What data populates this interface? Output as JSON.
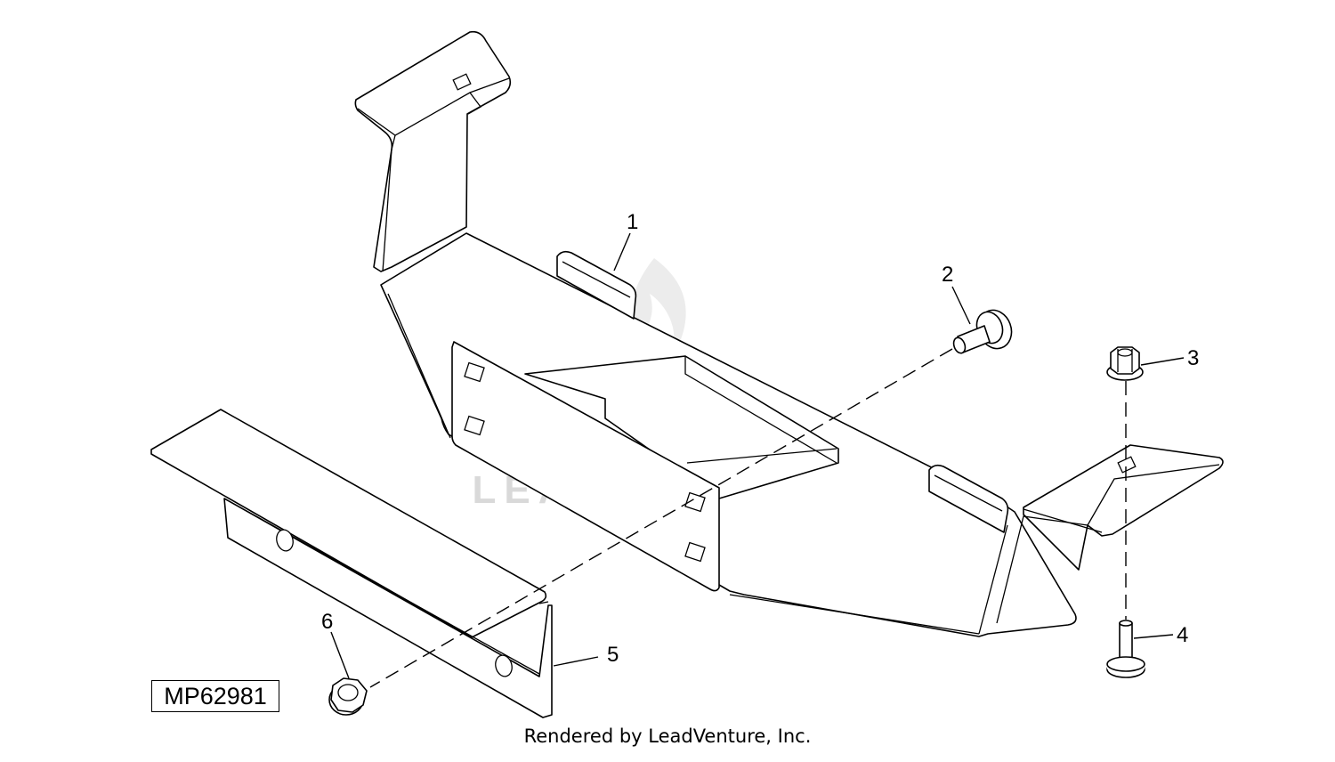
{
  "figure_id": "MP62981",
  "credit": "Rendered by LeadVenture, Inc.",
  "watermark": "LEADVENTURE",
  "callouts": [
    "1",
    "2",
    "3",
    "4",
    "5",
    "6"
  ]
}
